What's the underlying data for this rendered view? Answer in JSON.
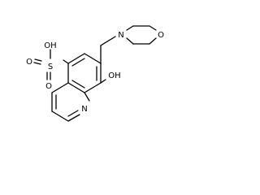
{
  "molecule": {
    "atom_labels": {
      "hydroxyl_sulfonic": "OH",
      "sulfur": "S",
      "sulfonyl_oxygen_top": "O",
      "sulfonyl_oxygen_bottom": "O",
      "hydroxyl_phenol": "OH",
      "ring_nitrogen": "N",
      "morpholine_nitrogen": "N",
      "morpholine_oxygen": "O"
    }
  }
}
